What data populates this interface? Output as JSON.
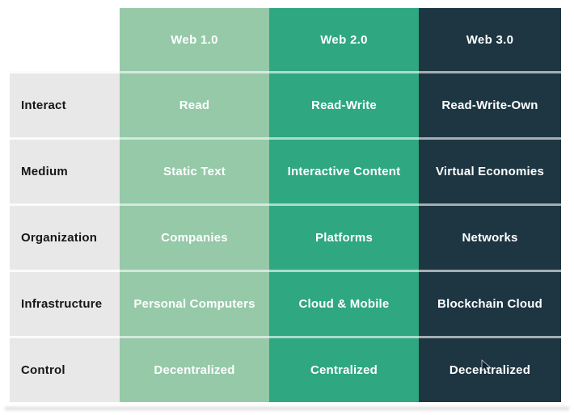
{
  "page": {
    "background": "#ffffff"
  },
  "table": {
    "row_header_color": "#e8e8e8",
    "row_label_color": "#161616",
    "cell_text_color": "#ffffff",
    "columns": [
      {
        "id": "web1",
        "label": "Web 1.0",
        "color": "#95c9a8"
      },
      {
        "id": "web2",
        "label": "Web 2.0",
        "color": "#2fa781"
      },
      {
        "id": "web3",
        "label": "Web 3.0",
        "color": "#1d3642"
      }
    ],
    "rows": [
      {
        "label": "Interact",
        "web1": "Read",
        "web2": "Read-Write",
        "web3": "Read-Write-Own"
      },
      {
        "label": "Medium",
        "web1": "Static Text",
        "web2": "Interactive Content",
        "web3": "Virtual Economies"
      },
      {
        "label": "Organization",
        "web1": "Companies",
        "web2": "Platforms",
        "web3": "Networks"
      },
      {
        "label": "Infrastructure",
        "web1": "Personal Computers",
        "web2": "Cloud & Mobile",
        "web3": "Blockchain Cloud"
      },
      {
        "label": "Control",
        "web1": "Decentralized",
        "web2": "Centralized",
        "web3": "Decentralized"
      }
    ]
  },
  "chart_data": {
    "type": "table",
    "title": "",
    "columns": [
      "",
      "Web 1.0",
      "Web 2.0",
      "Web 3.0"
    ],
    "rows": [
      [
        "Interact",
        "Read",
        "Read-Write",
        "Read-Write-Own"
      ],
      [
        "Medium",
        "Static Text",
        "Interactive Content",
        "Virtual Economies"
      ],
      [
        "Organization",
        "Companies",
        "Platforms",
        "Networks"
      ],
      [
        "Infrastructure",
        "Personal Computers",
        "Cloud & Mobile",
        "Blockchain Cloud"
      ],
      [
        "Control",
        "Decentralized",
        "Centralized",
        "Decentralized"
      ]
    ],
    "layout_hints": {
      "column_colors": [
        "#e8e8e8",
        "#95c9a8",
        "#2fa781",
        "#1d3642"
      ],
      "header_row": true,
      "row_separators": "white"
    }
  }
}
